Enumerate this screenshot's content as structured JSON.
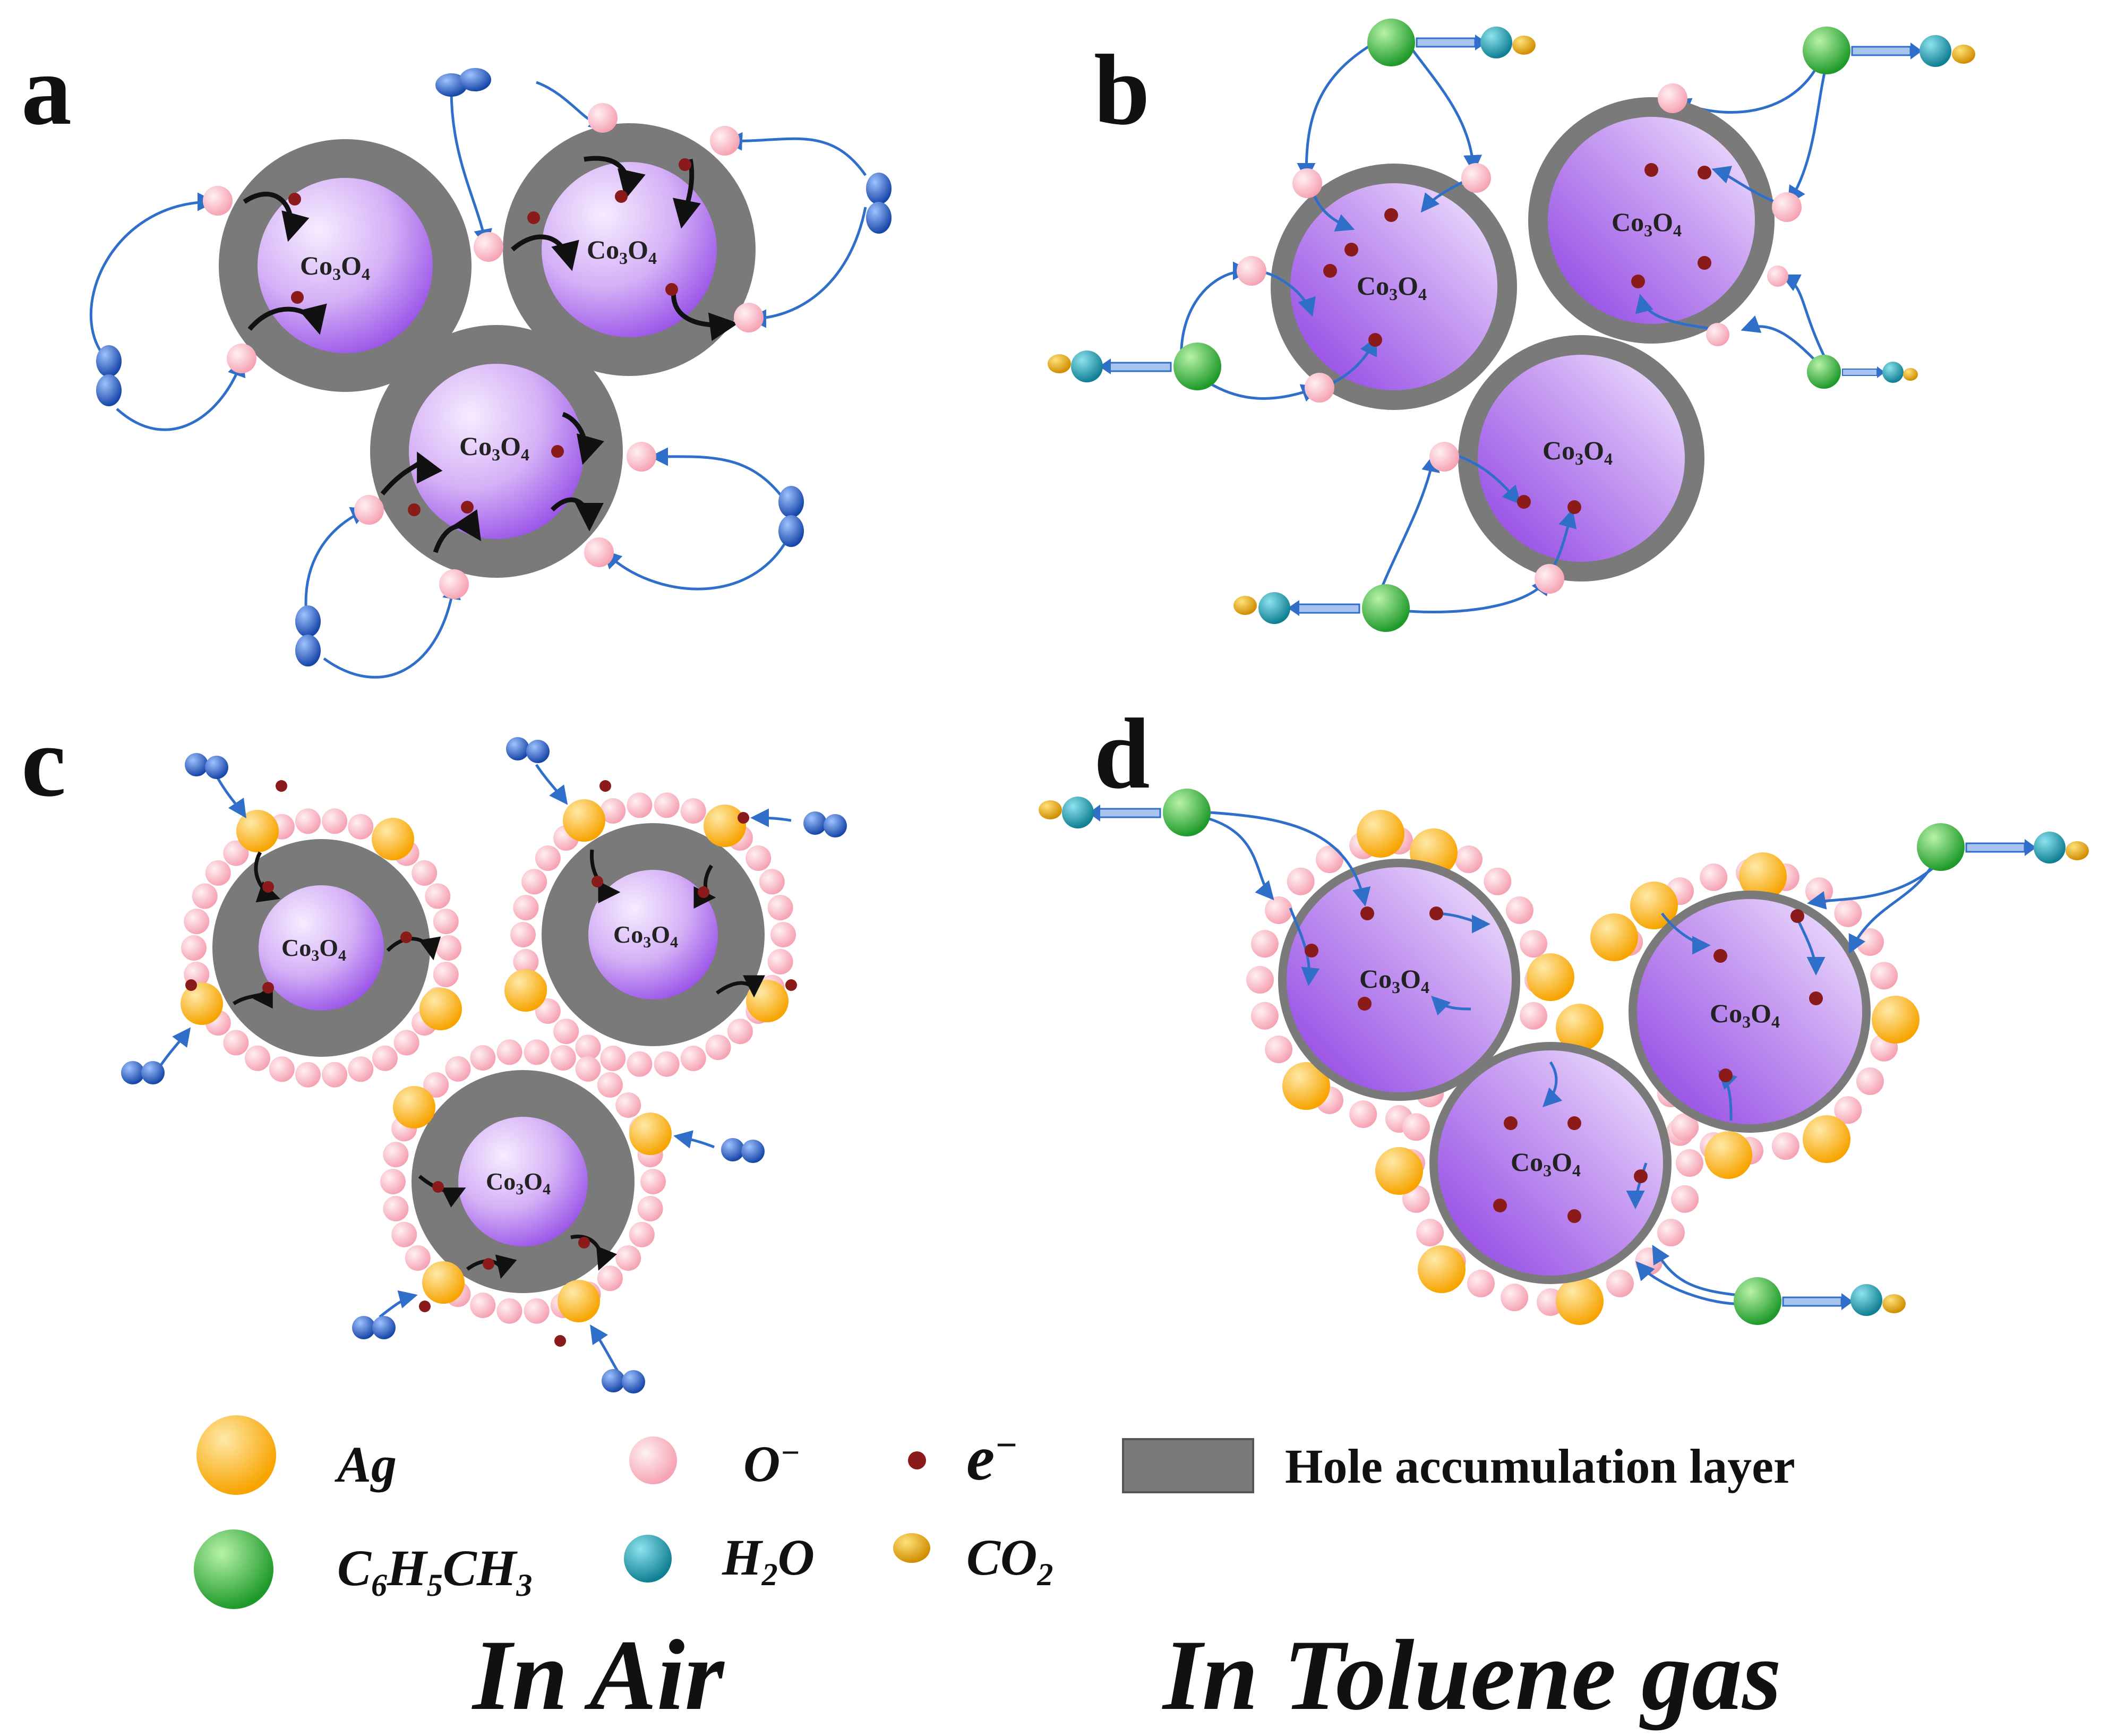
{
  "panels": {
    "a": "a",
    "b": "b",
    "c": "c",
    "d": "d"
  },
  "particle_label": {
    "main": "Co",
    "sub1": "3",
    "mid": "O",
    "sub2": "4"
  },
  "legend": {
    "ag": "Ag",
    "o_minus": {
      "base": "O",
      "sup": "−"
    },
    "electron": {
      "base": "e",
      "sup": "−"
    },
    "hole_layer": "Hole accumulation layer",
    "toluene": {
      "c": "C",
      "n6": "6",
      "h": "H",
      "n5": "5",
      "ch": "CH",
      "n3": "3"
    },
    "water": {
      "h": "H",
      "n2": "2",
      "o": "O"
    },
    "co2": {
      "co": "CO",
      "n2": "2"
    }
  },
  "captions": {
    "air": "In Air",
    "toluene": "In Toluene gas"
  },
  "colors": {
    "shell": "#7a7a7a",
    "core_light": "#f1e4ff",
    "core_dark": "#9b55e8",
    "o_ion": "#f7b3bf",
    "electron": "#8b1a1a",
    "ag": "#ffb21e",
    "toluene": "#2fb83a",
    "water": "#1aa3b5",
    "co2": "#e2a61a",
    "oxygen_molecule": "#2a66c9",
    "arrow": "#2f6fc9"
  },
  "icons": [
    "o2-molecule-icon",
    "toluene-molecule-icon",
    "water-molecule-icon",
    "co2-molecule-icon",
    "silver-particle-icon",
    "oxygen-ion-icon",
    "electron-icon"
  ]
}
